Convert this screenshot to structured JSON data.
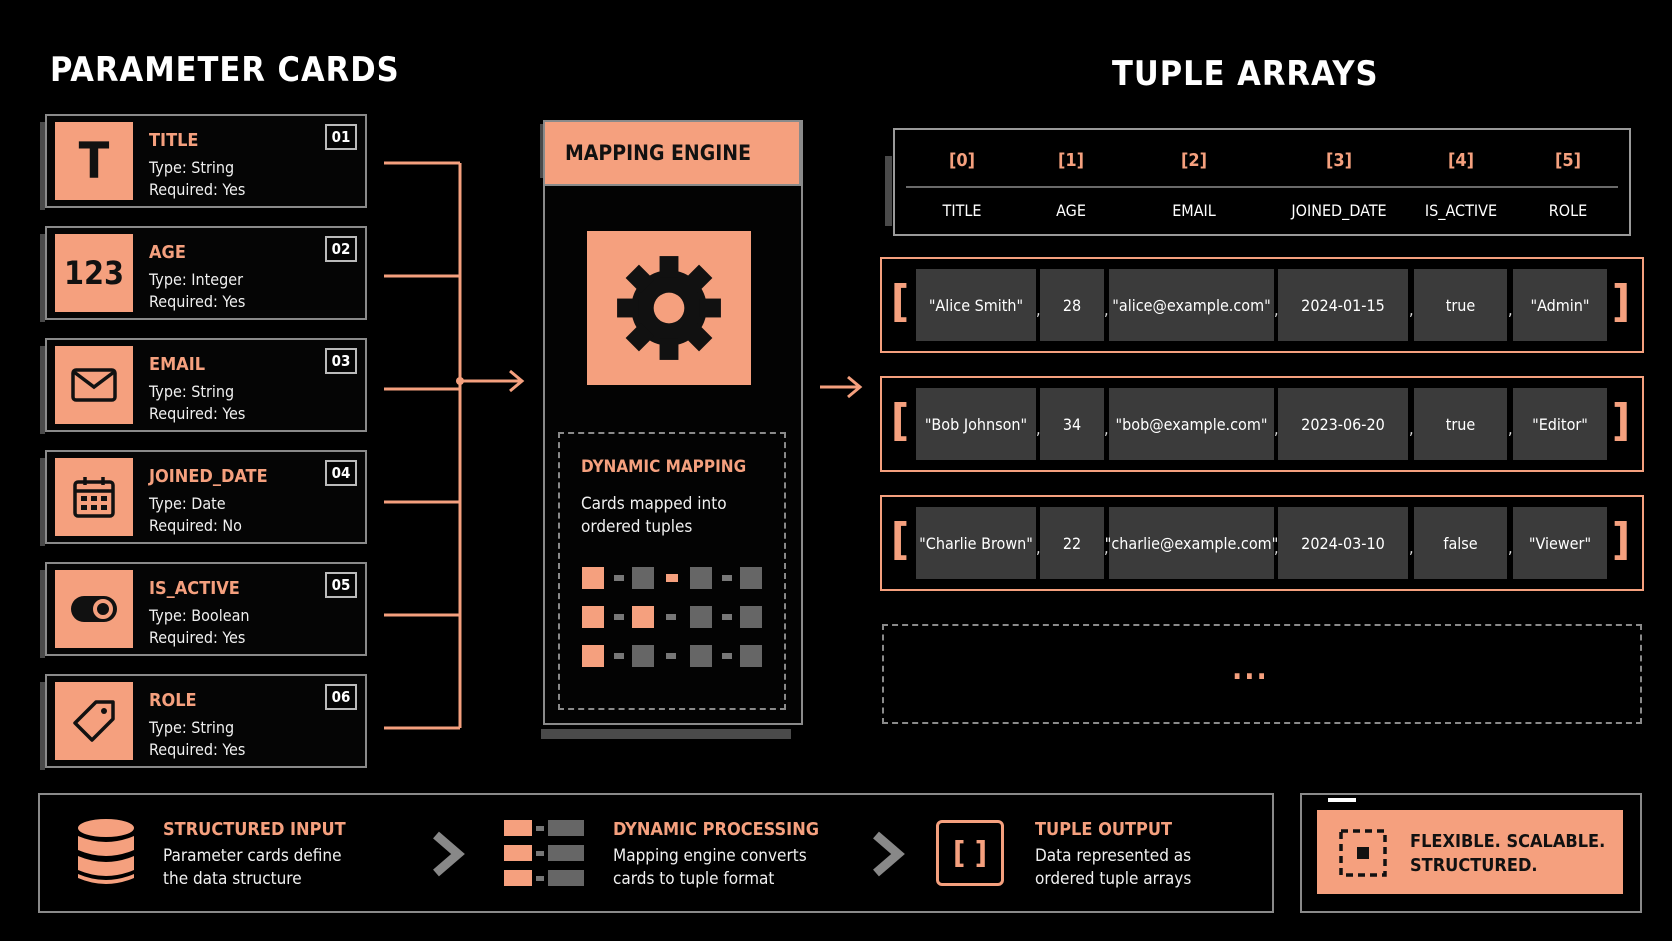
{
  "headings": {
    "left": "PARAMETER CARDS",
    "right": "TUPLE ARRAYS"
  },
  "cards": [
    {
      "icon_text": "T",
      "icon": "text-t-icon",
      "title": "TITLE",
      "type": "Type: String",
      "required": "Required: Yes",
      "num": "01"
    },
    {
      "icon_text": "123",
      "icon": "number-icon",
      "title": "AGE",
      "type": "Type: Integer",
      "required": "Required: Yes",
      "num": "02"
    },
    {
      "icon_text": "",
      "icon": "envelope-icon",
      "title": "EMAIL",
      "type": "Type: String",
      "required": "Required: Yes",
      "num": "03"
    },
    {
      "icon_text": "",
      "icon": "calendar-icon",
      "title": "JOINED_DATE",
      "type": "Type: Date",
      "required": "Required: No",
      "num": "04"
    },
    {
      "icon_text": "",
      "icon": "toggle-icon",
      "title": "IS_ACTIVE",
      "type": "Type: Boolean",
      "required": "Required: Yes",
      "num": "05"
    },
    {
      "icon_text": "",
      "icon": "tag-icon",
      "title": "ROLE",
      "type": "Type: String",
      "required": "Required: Yes",
      "num": "06"
    }
  ],
  "engine": {
    "title": "MAPPING ENGINE",
    "dynamic_title": "DYNAMIC MAPPING",
    "dynamic_line1": "Cards mapped into",
    "dynamic_line2": "ordered tuples"
  },
  "tuple_header": {
    "indices": [
      "[0]",
      "[1]",
      "[2]",
      "[3]",
      "[4]",
      "[5]"
    ],
    "columns": [
      "TITLE",
      "AGE",
      "EMAIL",
      "JOINED_DATE",
      "IS_ACTIVE",
      "ROLE"
    ]
  },
  "rows": [
    [
      "\"Alice Smith\"",
      "28",
      "\"alice@example.com\"",
      "2024-01-15",
      "true",
      "\"Admin\""
    ],
    [
      "\"Bob Johnson\"",
      "34",
      "\"bob@example.com\"",
      "2023-06-20",
      "true",
      "\"Editor\""
    ],
    [
      "\"Charlie Brown\"",
      "22",
      "\"charlie@example.com\"",
      "2024-03-10",
      "false",
      "\"Viewer\""
    ]
  ],
  "brackets": {
    "open": "[",
    "close": "]",
    "comma": ","
  },
  "more_indicator": "...",
  "bottom": {
    "s1_title": "STRUCTURED INPUT",
    "s1_line1": "Parameter cards define",
    "s1_line2": "the data structure",
    "s2_title": "DYNAMIC PROCESSING",
    "s2_line1": "Mapping engine converts",
    "s2_line2": "cards to tuple format",
    "s3_title": "TUPLE OUTPUT",
    "s3_line1": "Data represented as",
    "s3_line2": "ordered tuple arrays",
    "s3_icon_text": "[ ]",
    "flex_line1": "FLEXIBLE. SCALABLE.",
    "flex_line2": "STRUCTURED."
  },
  "colors": {
    "accent": "#f5a07e",
    "cell": "#3b3b3b",
    "border": "#8a8a8a"
  }
}
